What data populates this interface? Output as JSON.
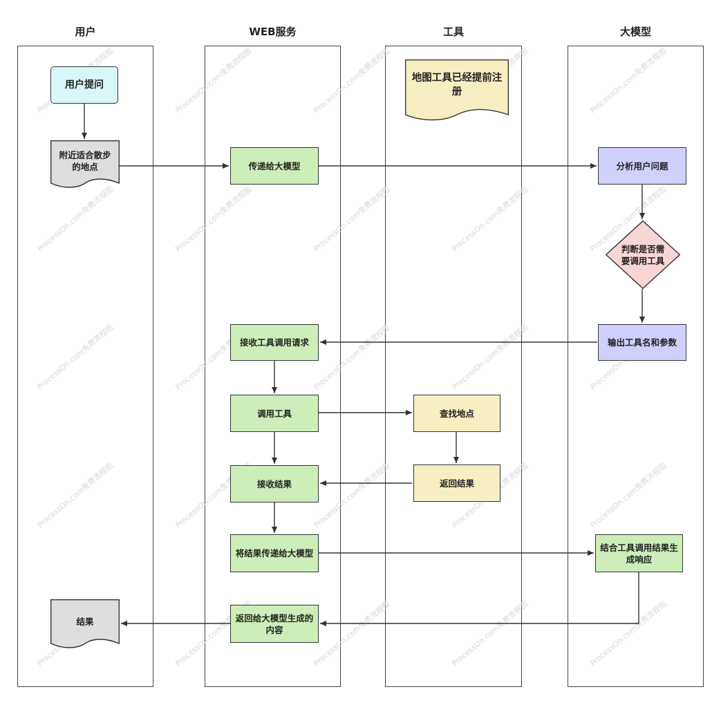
{
  "lanes": {
    "user": "用户",
    "web": "WEB服务",
    "tools": "工具",
    "llm": "大模型"
  },
  "nodes": {
    "user_question": "用户提问",
    "nearby_walk": "附近适合散步的地点",
    "result": "结果",
    "pass_to_llm": "传递给大模型",
    "receive_tool_request": "接收工具调用请求",
    "call_tool": "调用工具",
    "receive_result": "接收结果",
    "pass_result_to_llm": "将结果传递给大模型",
    "return_content": "返回给大模型生成的内容",
    "tool_registered": "地图工具已经提前注册",
    "find_places": "查找地点",
    "return_result": "返回结果",
    "analyze_question": "分析用户问题",
    "decide_tool": "判断是否需要调用工具",
    "output_tool": "输出工具名和参数",
    "generate_response": "结合工具调用结果生成响应"
  },
  "watermark": "ProcessOn.com免费流程图",
  "colors": {
    "green": "#cdeeb8",
    "purple": "#cfd0fb",
    "yellow": "#f7efc2",
    "cyan": "#d7f7f8",
    "pink": "#f9d6d6",
    "gray": "#dedede",
    "line": "#333333"
  }
}
